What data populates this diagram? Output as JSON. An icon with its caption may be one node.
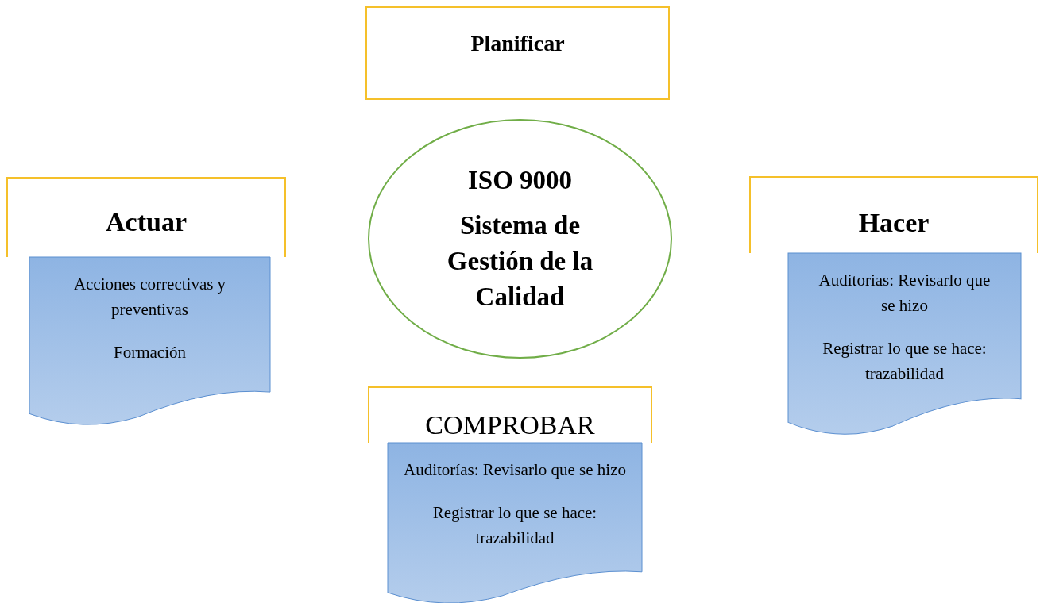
{
  "diagram": {
    "nodes": [
      {
        "text": [
          "Planificar"
        ]
      },
      {
        "text": [
          "ISO 9000",
          "Sistema de Gestión de la Calidad"
        ]
      },
      {
        "text": [
          "Actuar"
        ]
      },
      {
        "text": [
          "Acciones correctivas y preventivas",
          "Formación"
        ]
      },
      {
        "text": [
          "Hacer"
        ]
      },
      {
        "text": [
          "Auditorias: Revisarlo que se hizo",
          "Registrar lo que se hace: trazabilidad"
        ]
      },
      {
        "text": [
          "COMPROBAR"
        ]
      },
      {
        "text": [
          "Auditorías: Revisarlo que se hizo",
          "Registrar lo que se hace: trazabilidad"
        ]
      }
    ]
  }
}
